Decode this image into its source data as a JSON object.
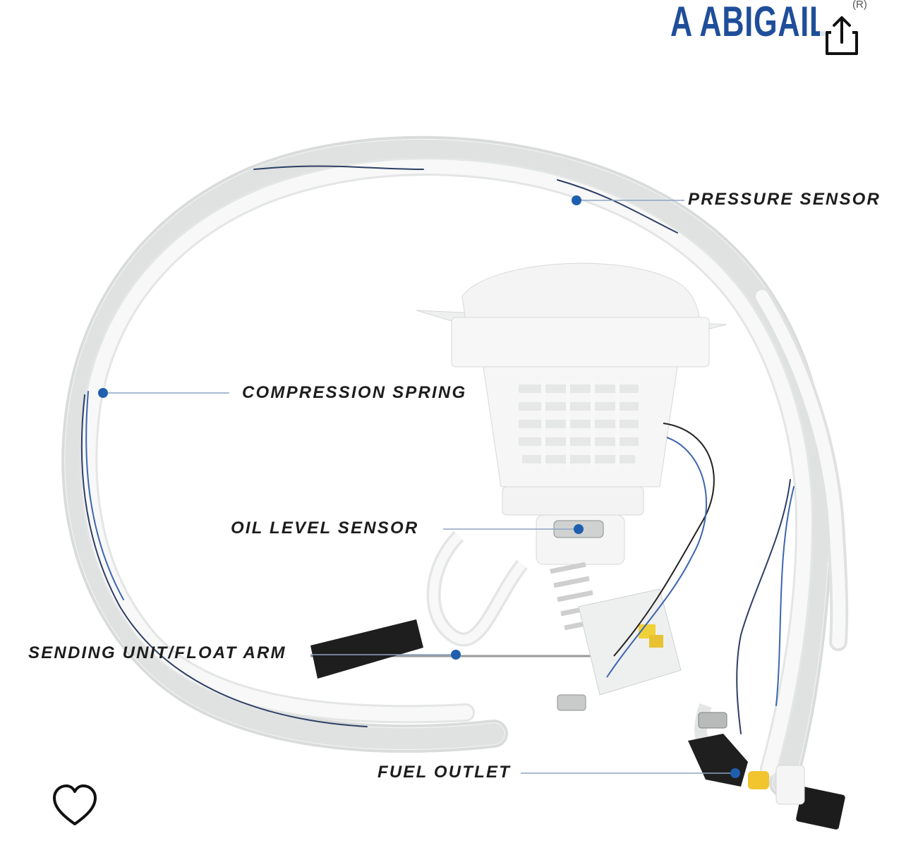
{
  "brand": {
    "name": "A ABIGAIL",
    "registered_mark": "(R)"
  },
  "labels": {
    "pressure_sensor": "PRESSURE SENSOR",
    "compression_spring": "COMPRESSION SPRING",
    "oil_level_sensor": "OIL LEVEL SENSOR",
    "sending_unit": "SENDING UNIT/FLOAT ARM",
    "fuel_outlet": "FUEL OUTLET"
  },
  "icons": {
    "share": "share-icon",
    "favorite": "heart-outline-icon"
  },
  "colors": {
    "brand": "#1f4e9a",
    "callout_dot": "#1f5fae",
    "callout_line": "#8fa4c4",
    "hose": "#f1f3f2",
    "label_text": "#1d1d1d"
  }
}
